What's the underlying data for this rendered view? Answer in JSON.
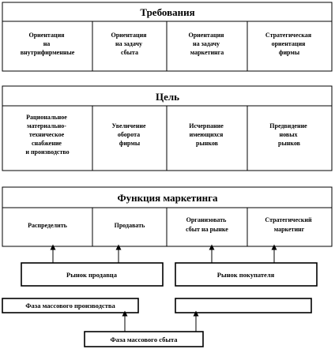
{
  "requirements": {
    "title": "Требования",
    "cells": [
      [
        "Ориентация",
        "на",
        "внутрифирменные"
      ],
      [
        "Ориентация",
        "на задачу",
        "сбыта"
      ],
      [
        "Ориентация",
        "на задачу",
        "маркетинга"
      ],
      [
        "Стратегическая",
        "ориентация",
        "фирмы"
      ]
    ]
  },
  "goal": {
    "title": "Цель",
    "cells": [
      [
        "Рациональное",
        "материально-",
        "техническое",
        "снабжение",
        "и производство"
      ],
      [
        "Увеличение",
        "оборота",
        "фирмы"
      ],
      [
        "Исчерпание",
        "имеющихся",
        "рынков"
      ],
      [
        "Предвидение",
        "новых",
        "рынков"
      ]
    ]
  },
  "function": {
    "title": "Функция маркетинга",
    "cells": [
      [
        "Распределить"
      ],
      [
        "Продавать"
      ],
      [
        "Организовать",
        "сбыт на рынке"
      ],
      [
        "Стратегический",
        "маркетинг"
      ]
    ]
  },
  "markets": {
    "seller": "Рынок продавца",
    "buyer": "Рынок покупателя"
  },
  "phases": {
    "mass_production": "Фаза массового производства",
    "empty_box": "",
    "mass_sales": "Фаза массового сбыта"
  }
}
